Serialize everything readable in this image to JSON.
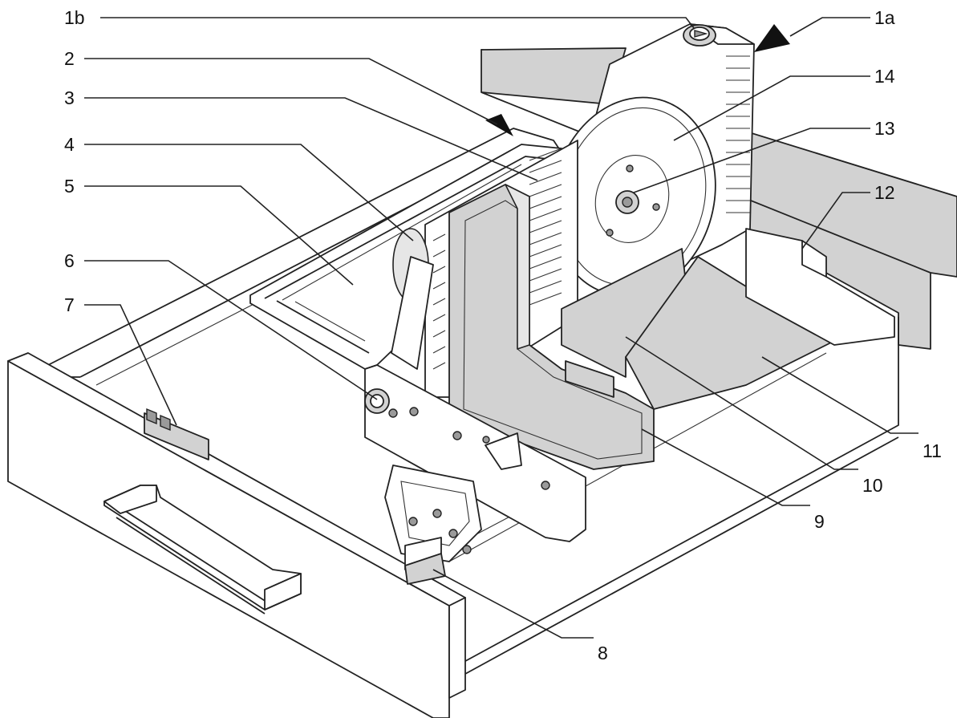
{
  "diagram": {
    "colors": {
      "line": "#222222",
      "wall": "#d2d2d2",
      "part_fill": "#d9d9d9",
      "background": "#ffffff"
    },
    "callouts": [
      {
        "id": "1b",
        "label": "1b"
      },
      {
        "id": "1a",
        "label": "1a"
      },
      {
        "id": "2",
        "label": "2"
      },
      {
        "id": "14",
        "label": "14"
      },
      {
        "id": "3",
        "label": "3"
      },
      {
        "id": "13",
        "label": "13"
      },
      {
        "id": "4",
        "label": "4"
      },
      {
        "id": "5",
        "label": "5"
      },
      {
        "id": "12",
        "label": "12"
      },
      {
        "id": "6",
        "label": "6"
      },
      {
        "id": "7",
        "label": "7"
      },
      {
        "id": "11",
        "label": "11"
      },
      {
        "id": "10",
        "label": "10"
      },
      {
        "id": "9",
        "label": "9"
      },
      {
        "id": "8",
        "label": "8"
      }
    ]
  }
}
